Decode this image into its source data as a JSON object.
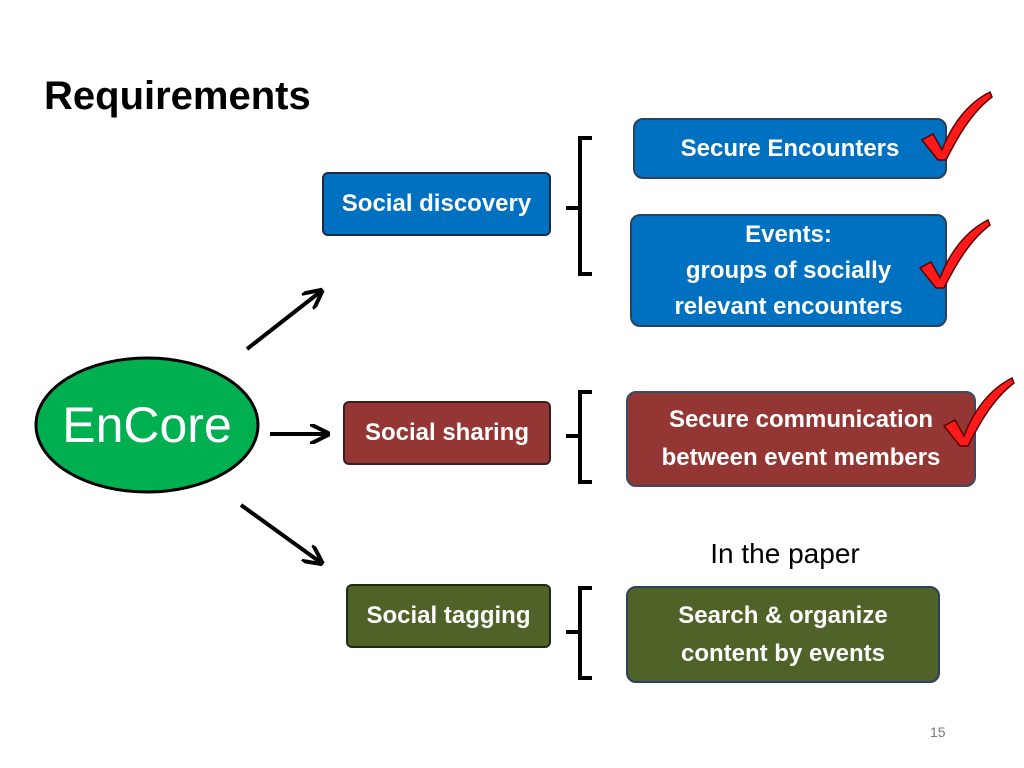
{
  "title": "Requirements",
  "center": {
    "label": "EnCore"
  },
  "categories": [
    {
      "label": "Social discovery",
      "color": "#0070c0"
    },
    {
      "label": "Social sharing",
      "color": "#943634"
    },
    {
      "label": "Social tagging",
      "color": "#4f6228"
    }
  ],
  "requirements": [
    {
      "lines": [
        "Secure Encounters"
      ],
      "checked": true
    },
    {
      "lines": [
        "Events:",
        "groups of socially",
        "relevant encounters"
      ],
      "checked": true
    },
    {
      "lines": [
        "Secure communication",
        "between event members"
      ],
      "checked": true
    },
    {
      "lines": [
        "Search & organize",
        "content by events"
      ],
      "checked": false
    }
  ],
  "note": "In the paper",
  "page_number": "15",
  "colors": {
    "center": "#00b050",
    "check": "#ff0000"
  }
}
